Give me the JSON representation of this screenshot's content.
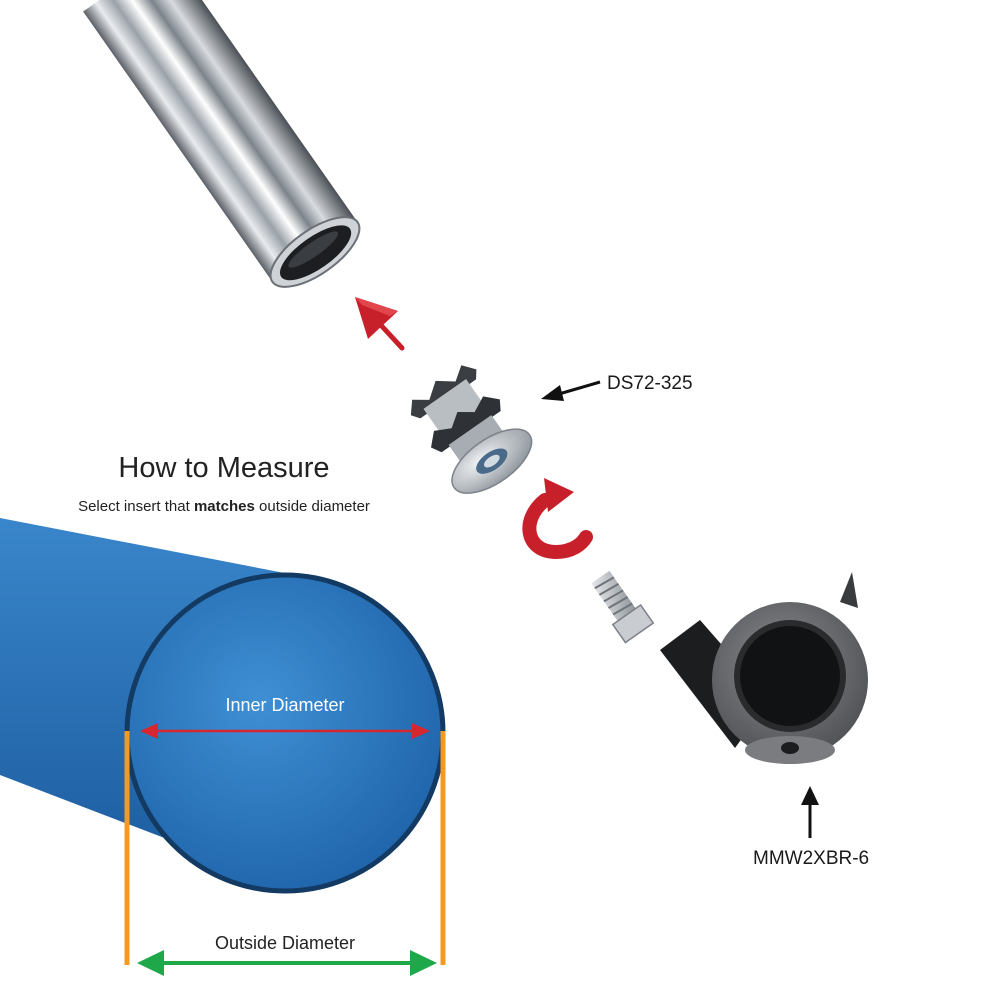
{
  "heading": {
    "title": "How to Measure",
    "subtitle_prefix": "Select insert that ",
    "subtitle_bold": "matches",
    "subtitle_suffix": " outside diameter"
  },
  "diagram": {
    "inner_label": "Inner Diameter",
    "outer_label": "Outside Diameter"
  },
  "parts": {
    "insert_code": "DS72-325",
    "caster_code": "MMW2XBR-6"
  },
  "colors": {
    "tube_blue": "#2f7dc4",
    "tube_dark": "#123a63",
    "inner_arrow": "#d8262e",
    "outer_arrow": "#1fa84a",
    "measure_lines": "#f39a25",
    "action_arrows": "#c8202a"
  }
}
